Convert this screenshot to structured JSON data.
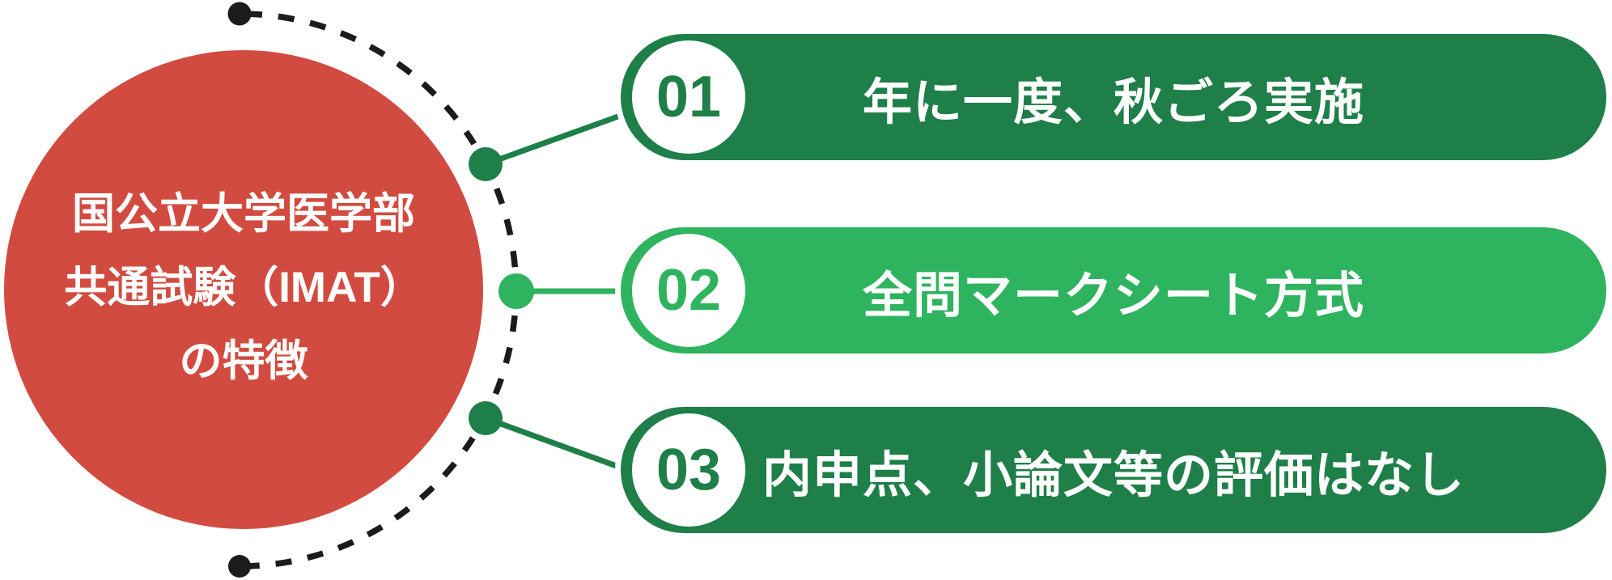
{
  "title_circle": {
    "lines": [
      "国公立大学医学部",
      "共通試験（IMAT）",
      "の特徴"
    ]
  },
  "items": [
    {
      "number": "01",
      "label": "年に一度、秋ごろ実施",
      "tone": "dark"
    },
    {
      "number": "02",
      "label": "全問マークシート方式",
      "tone": "light"
    },
    {
      "number": "03",
      "label": "内申点、小論文等の評価はなし",
      "tone": "dark"
    }
  ],
  "colors": {
    "red": "#d24b40",
    "dark_green": "#1e7f48",
    "light_green": "#2eb45e",
    "black": "#1b1b1b",
    "white": "#ffffff",
    "background": "#ffffff"
  }
}
